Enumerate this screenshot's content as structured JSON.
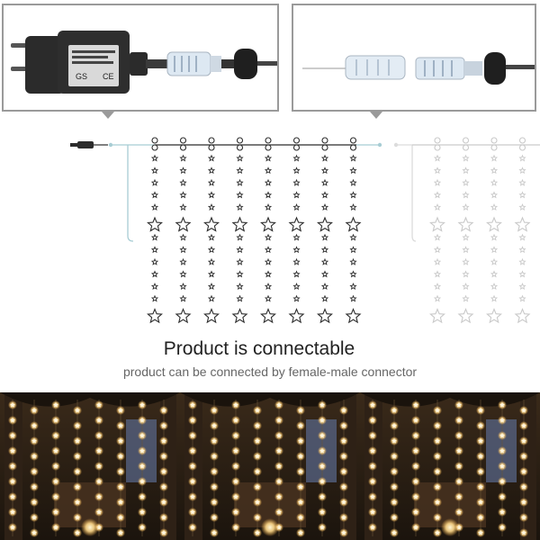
{
  "heading": {
    "title": "Product is connectable",
    "subtitle": "product can be connected by female-male connector"
  },
  "adapter": {
    "label_lines": [
      "GS",
      "CE"
    ]
  },
  "colors": {
    "frame": "#9a9a9a",
    "wire": "#2c2c2c",
    "wire_faded": "#c9c9c9",
    "lead": "#a8cdd4",
    "photo_bg": "#2a1f16",
    "light_glow": "#ffd98a"
  },
  "diagram": {
    "active_strands": 8,
    "faded_strands": 4,
    "icons": [
      "plug-icon",
      "star-icon",
      "ring-icon"
    ]
  }
}
